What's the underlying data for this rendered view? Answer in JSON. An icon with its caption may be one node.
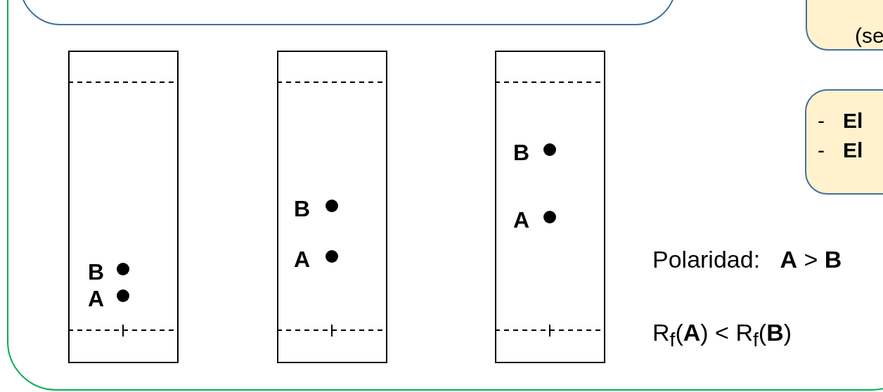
{
  "diagram": {
    "nodes": [
      {
        "text": [],
        "shape": "box",
        "in": 2
      },
      {
        "text": [
          "(se"
        ]
      },
      {
        "text": [],
        "shape": "box"
      },
      {
        "text": [
          "B",
          "A"
        ],
        "in": 2
      },
      {
        "text": [
          "B",
          "A"
        ],
        "in": 2
      },
      {
        "text": [
          "B",
          "A"
        ],
        "in": 2
      },
      {
        "text": [
          "-",
          "El",
          "-",
          "El"
        ]
      }
    ],
    "labels": [
      "Polaridad:   **A** > **B**",
      "R$_{f}$(**A**) < R$_{f}$(**B**)"
    ]
  }
}
